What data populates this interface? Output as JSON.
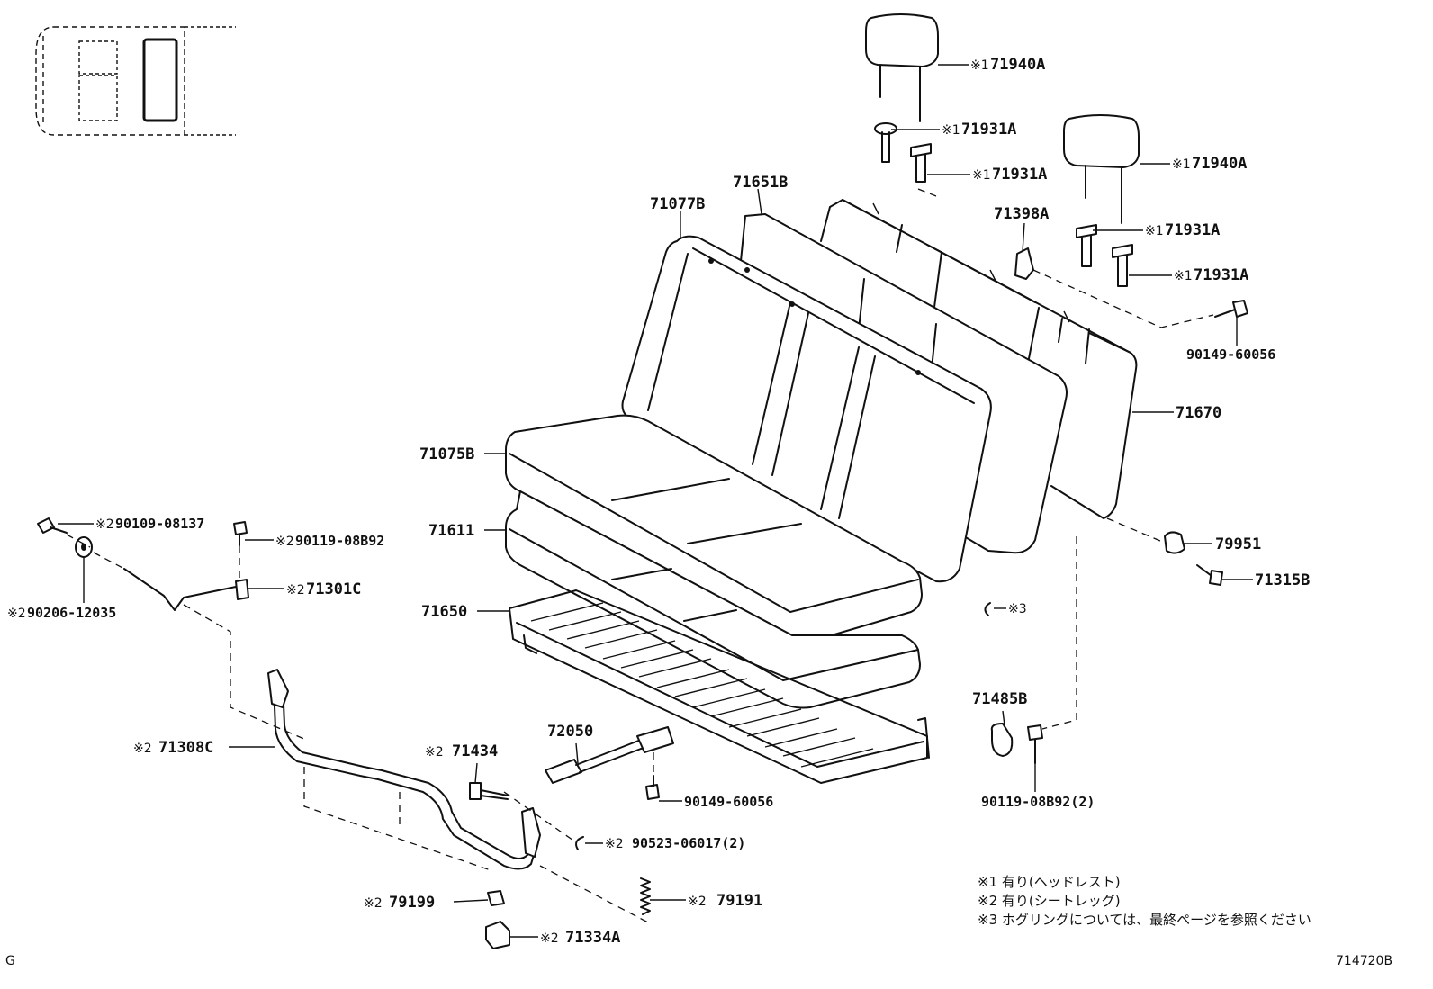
{
  "labels": {
    "p71940A_1": "71940A",
    "p71940A_2": "71940A",
    "p71931A_1": "71931A",
    "p71931A_2": "71931A",
    "p71931A_3": "71931A",
    "p71931A_4": "71931A",
    "p71651B": "71651B",
    "p71077B": "71077B",
    "p71398A": "71398A",
    "p90149_60056_top": "90149-60056",
    "p71670": "71670",
    "p71075B": "71075B",
    "p71611": "71611",
    "p71650": "71650",
    "p90109_08137": "90109-08137",
    "p90119_08B92": "90119-08B92",
    "p71301C": "71301C",
    "p90206_12035": "90206-12035",
    "p79951": "79951",
    "p71315B": "71315B",
    "p71485B": "71485B",
    "p90119_08B92_2": "90119-08B92(2)",
    "p72050": "72050",
    "p71434": "71434",
    "p90149_60056_bottom": "90149-60056",
    "p71308C": "71308C",
    "p90523_06017_2": "90523-06017(2)",
    "p79199": "79199",
    "p79191": "79191",
    "p71334A": "71334A"
  },
  "marks": {
    "m1": "※1",
    "m2": "※2",
    "m3": "※3"
  },
  "notes": [
    "※1 有り(ヘッドレスト)",
    "※2 有り(シートレッグ)",
    "※3  ホグリングについては、最終ページを参照ください"
  ],
  "corner": {
    "left": "G",
    "right": "714720B"
  }
}
